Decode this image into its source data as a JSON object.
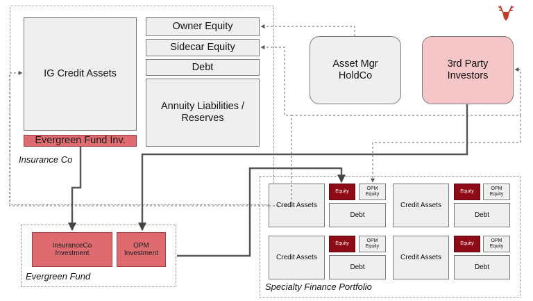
{
  "insurance_co": {
    "label": "Insurance Co",
    "ig_credit_assets": "IG Credit Assets",
    "evergreen_fund_inv": "Evergreen Fund Inv.",
    "owner_equity": "Owner Equity",
    "sidecar_equity": "Sidecar Equity",
    "debt": "Debt",
    "annuity_line1": "Annuity Liabilities /",
    "annuity_line2": "Reserves"
  },
  "asset_mgr": {
    "line1": "Asset Mgr",
    "line2": "HoldCo"
  },
  "third_party": {
    "line1": "3rd Party",
    "line2": "Investors"
  },
  "evergreen_fund": {
    "label": "Evergreen Fund",
    "insuranceco_line1": "InsuranceCo",
    "insuranceco_line2": "Investment",
    "opm_line1": "OPM",
    "opm_line2": "Investment"
  },
  "specialty": {
    "label": "Specialty Finance Portfolio",
    "cells": [
      {
        "credit_assets": "Credit Assets",
        "equity": "Equity",
        "opm_line1": "OPM",
        "opm_line2": "Equity",
        "debt": "Debt"
      },
      {
        "credit_assets": "Credit Assets",
        "equity": "Equity",
        "opm_line1": "OPM",
        "opm_line2": "Equity",
        "debt": "Debt"
      },
      {
        "credit_assets": "Credit Assets",
        "equity": "Equity",
        "opm_line1": "OPM",
        "opm_line2": "Equity",
        "debt": "Debt"
      },
      {
        "credit_assets": "Credit Assets",
        "equity": "Equity",
        "opm_line1": "OPM",
        "opm_line2": "Equity",
        "debt": "Debt"
      }
    ]
  },
  "logo": {
    "icon": "deer-head-icon",
    "color": "#c0392b"
  },
  "colors": {
    "red": "#8e0a14",
    "pink": "#de6b6f",
    "light_pink": "#f4c6c7",
    "box_gray": "#efefef"
  }
}
